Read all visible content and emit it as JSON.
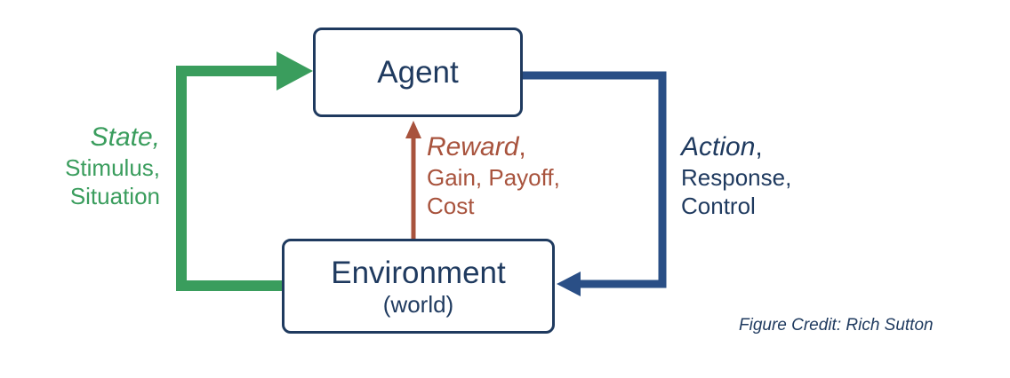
{
  "agent": {
    "label": "Agent"
  },
  "environment": {
    "label": "Environment",
    "sublabel": "(world)"
  },
  "state": {
    "title": "State,",
    "lines": [
      "Stimulus,",
      "Situation"
    ]
  },
  "reward": {
    "title": "Reward",
    "title_suffix": ",",
    "lines": [
      "Gain, Payoff,",
      "Cost"
    ]
  },
  "action": {
    "title": "Action",
    "title_suffix": ",",
    "lines": [
      "Response,",
      "Control"
    ]
  },
  "credit": "Figure Credit: Rich Sutton",
  "colors": {
    "state": "#3a9d5d",
    "reward": "#a8533d",
    "action": "#2a4f86",
    "box_border": "#1f3a5f"
  }
}
